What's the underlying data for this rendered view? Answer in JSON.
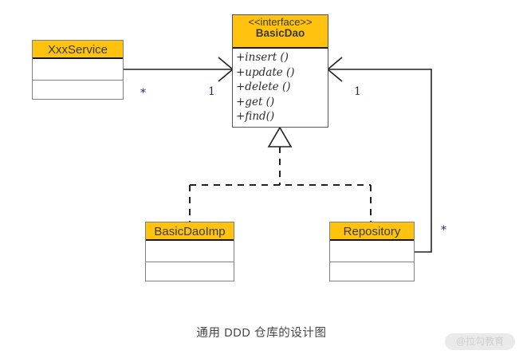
{
  "diagram": {
    "caption": "通用 DDD 仓库的设计图",
    "watermark": "@拉勾教育",
    "colors": {
      "header_fill": "#FFC20E",
      "box_border": "#808080",
      "line": "#222222",
      "multiplicity_text": "#1f2d5a",
      "caption_text": "#444444",
      "watermark_bg": "#eaeaea"
    },
    "classes": {
      "service": {
        "name": "XxxService",
        "stereotype": "",
        "compartments": [
          "",
          ""
        ]
      },
      "basicdao": {
        "stereotype": "<<interface>>",
        "name": "BasicDao",
        "operations": [
          "+insert ()",
          "+update ()",
          "+delete ()",
          "+get ()",
          "+find()"
        ]
      },
      "basicdaoimp": {
        "name": "BasicDaoImp",
        "stereotype": "",
        "compartments": [
          "",
          ""
        ]
      },
      "repository": {
        "name": "Repository",
        "stereotype": "",
        "compartments": [
          "",
          ""
        ]
      }
    },
    "relations": [
      {
        "id": "service-to-basicdao",
        "type": "association",
        "from": "XxxService",
        "to": "BasicDao",
        "source_multiplicity": "*",
        "target_multiplicity": "1"
      },
      {
        "id": "repository-to-basicdao",
        "type": "association",
        "from": "Repository",
        "to": "BasicDao",
        "source_multiplicity": "*",
        "target_multiplicity": "1"
      },
      {
        "id": "basicdaoimp-realizes-basicdao",
        "type": "realization",
        "from": "BasicDaoImp",
        "to": "BasicDao"
      },
      {
        "id": "repository-realizes-basicdao",
        "type": "realization",
        "from": "Repository",
        "to": "BasicDao"
      }
    ],
    "multiplicity_labels": {
      "service_side": "*",
      "basicdao_left": "1",
      "basicdao_right": "1",
      "repository_side": "*"
    }
  }
}
